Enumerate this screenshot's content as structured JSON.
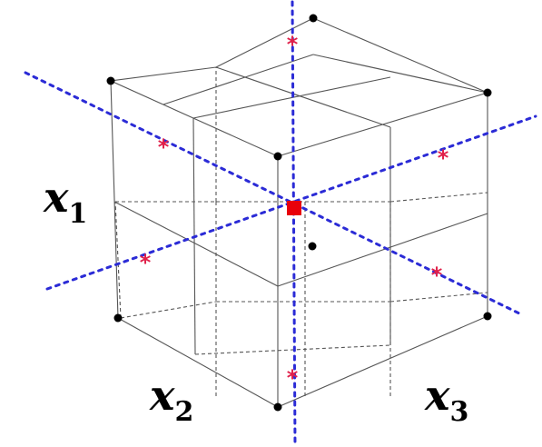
{
  "labels": {
    "x1": {
      "var": "x",
      "sub": "1"
    },
    "x2": {
      "var": "x",
      "sub": "2"
    },
    "x3": {
      "var": "x",
      "sub": "3"
    }
  },
  "colors": {
    "edge": "#555555",
    "hidden_edge": "#555555",
    "axis": "#2b2bd6",
    "star": "#e0204a",
    "center": "#e8000b",
    "vertex": "#000000"
  }
}
